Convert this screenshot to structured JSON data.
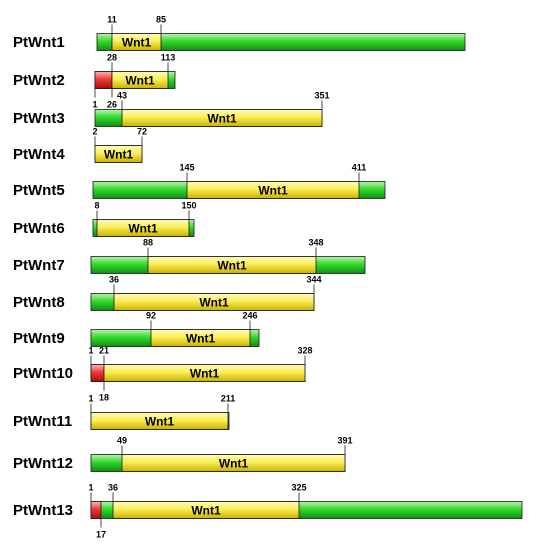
{
  "colors": {
    "green_light": "#b9f5b0",
    "green_mid": "#36d92d",
    "green_dark": "#0e8f12",
    "yellow_light": "#fffbc0",
    "yellow_mid": "#fbee57",
    "yellow_dark": "#c9b100",
    "red_light": "#ffb5b5",
    "red_mid": "#f03a3a",
    "red_dark": "#a80d0d",
    "outline": "#1a1a1a"
  },
  "proteins": [
    {
      "name": "PtWnt1",
      "domain": {
        "start": 11,
        "end": 85,
        "label": "Wnt1"
      },
      "signal": null,
      "labels": [
        {
          "text": "11",
          "at": "domain_start",
          "side": "above"
        },
        {
          "text": "85",
          "at": "domain_end",
          "side": "above"
        }
      ]
    },
    {
      "name": "PtWnt2",
      "domain": {
        "start": 28,
        "end": 113,
        "label": "Wnt1"
      },
      "signal": {
        "start": 1,
        "end": 26
      },
      "labels": [
        {
          "text": "28",
          "at": "domain_start",
          "side": "above"
        },
        {
          "text": "113",
          "at": "domain_end",
          "side": "above"
        },
        {
          "text": "1",
          "at": "signal_start",
          "side": "below"
        },
        {
          "text": "26",
          "at": "signal_end",
          "side": "below"
        }
      ]
    },
    {
      "name": "PtWnt3",
      "domain": {
        "start": 43,
        "end": 351,
        "label": "Wnt1"
      },
      "signal": null,
      "labels": [
        {
          "text": "43",
          "at": "domain_start",
          "side": "above"
        },
        {
          "text": "351",
          "at": "domain_end",
          "side": "above"
        }
      ]
    },
    {
      "name": "PtWnt4",
      "domain": {
        "start": 2,
        "end": 72,
        "label": "Wnt1"
      },
      "signal": null,
      "labels": [
        {
          "text": "2",
          "at": "domain_start",
          "side": "above"
        },
        {
          "text": "72",
          "at": "domain_end",
          "side": "above"
        }
      ]
    },
    {
      "name": "PtWnt5",
      "domain": {
        "start": 145,
        "end": 411,
        "label": "Wnt1"
      },
      "signal": null,
      "labels": [
        {
          "text": "145",
          "at": "domain_start",
          "side": "above"
        },
        {
          "text": "411",
          "at": "domain_end",
          "side": "above"
        }
      ]
    },
    {
      "name": "PtWnt6",
      "domain": {
        "start": 8,
        "end": 150,
        "label": "Wnt1"
      },
      "signal": null,
      "labels": [
        {
          "text": "8",
          "at": "domain_start",
          "side": "above"
        },
        {
          "text": "150",
          "at": "domain_end",
          "side": "above"
        }
      ]
    },
    {
      "name": "PtWnt7",
      "domain": {
        "start": 88,
        "end": 348,
        "label": "Wnt1"
      },
      "signal": null,
      "labels": [
        {
          "text": "88",
          "at": "domain_start",
          "side": "above"
        },
        {
          "text": "348",
          "at": "domain_end",
          "side": "above"
        }
      ]
    },
    {
      "name": "PtWnt8",
      "domain": {
        "start": 36,
        "end": 344,
        "label": "Wnt1"
      },
      "signal": null,
      "labels": [
        {
          "text": "36",
          "at": "domain_start",
          "side": "above"
        },
        {
          "text": "344",
          "at": "domain_end",
          "side": "above"
        }
      ]
    },
    {
      "name": "PtWnt9",
      "domain": {
        "start": 92,
        "end": 246,
        "label": "Wnt1"
      },
      "signal": null,
      "labels": [
        {
          "text": "92",
          "at": "domain_start",
          "side": "above"
        },
        {
          "text": "246",
          "at": "domain_end",
          "side": "above"
        }
      ]
    },
    {
      "name": "PtWnt10",
      "domain": {
        "start": 21,
        "end": 328,
        "label": "Wnt1"
      },
      "signal": {
        "start": 1,
        "end": 18
      },
      "labels": [
        {
          "text": "1",
          "at": "signal_start",
          "side": "above"
        },
        {
          "text": "21",
          "at": "domain_start",
          "side": "above"
        },
        {
          "text": "328",
          "at": "domain_end",
          "side": "above"
        },
        {
          "text": "18",
          "at": "signal_end",
          "side": "below"
        }
      ]
    },
    {
      "name": "PtWnt11",
      "domain": {
        "start": 1,
        "end": 211,
        "label": "Wnt1"
      },
      "signal": null,
      "labels": [
        {
          "text": "1",
          "at": "domain_start",
          "side": "above"
        },
        {
          "text": "211",
          "at": "domain_end",
          "side": "above"
        }
      ]
    },
    {
      "name": "PtWnt12",
      "domain": {
        "start": 49,
        "end": 391,
        "label": "Wnt1"
      },
      "signal": null,
      "labels": [
        {
          "text": "49",
          "at": "domain_start",
          "side": "above"
        },
        {
          "text": "391",
          "at": "domain_end",
          "side": "above"
        }
      ]
    },
    {
      "name": "PtWnt13",
      "domain": {
        "start": 36,
        "end": 325,
        "label": "Wnt1"
      },
      "signal": {
        "start": 1,
        "end": 17
      },
      "labels": [
        {
          "text": "1",
          "at": "signal_start",
          "side": "above"
        },
        {
          "text": "36",
          "at": "domain_start",
          "side": "above"
        },
        {
          "text": "325",
          "at": "domain_end",
          "side": "above"
        },
        {
          "text": "17",
          "at": "signal_end",
          "side": "below"
        }
      ]
    }
  ]
}
